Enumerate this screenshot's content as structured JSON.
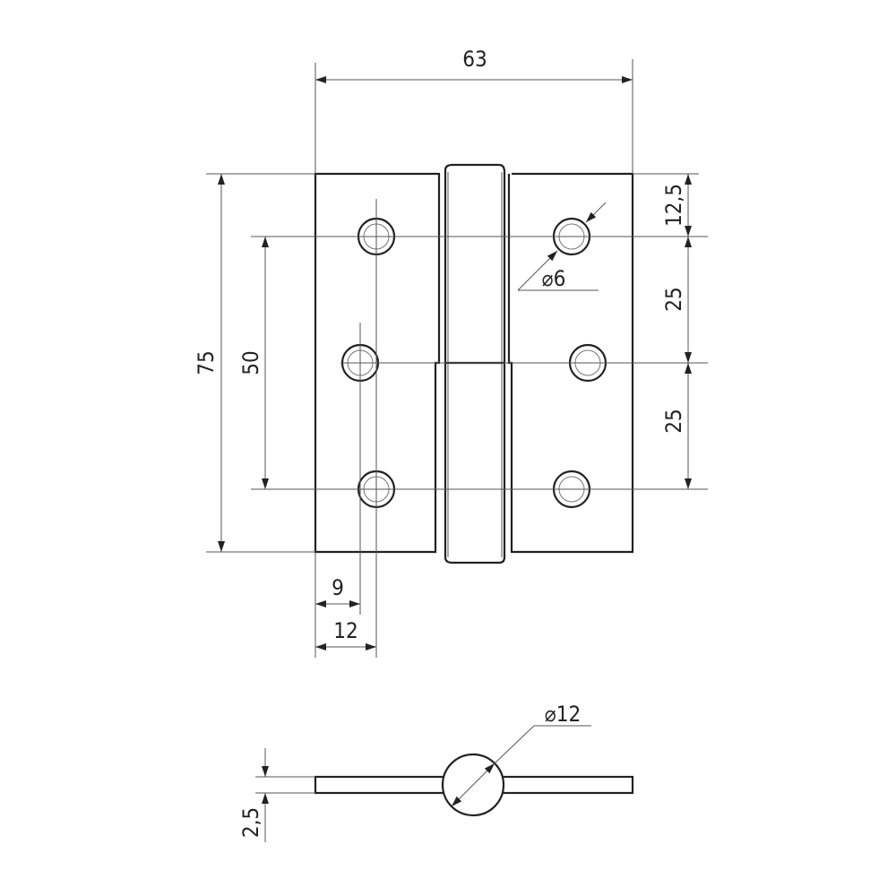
{
  "title": "",
  "dimensions": {
    "overall_width": "63",
    "overall_height": "75",
    "hole_spacing_outer": "50",
    "top_offset": "12,5",
    "spacing_upper": "25",
    "spacing_lower": "25",
    "hole_diameter": "⌀6",
    "edge_offset_a": "9",
    "edge_offset_b": "12",
    "knuckle_diameter": "⌀12",
    "plate_thickness": "2,5"
  }
}
